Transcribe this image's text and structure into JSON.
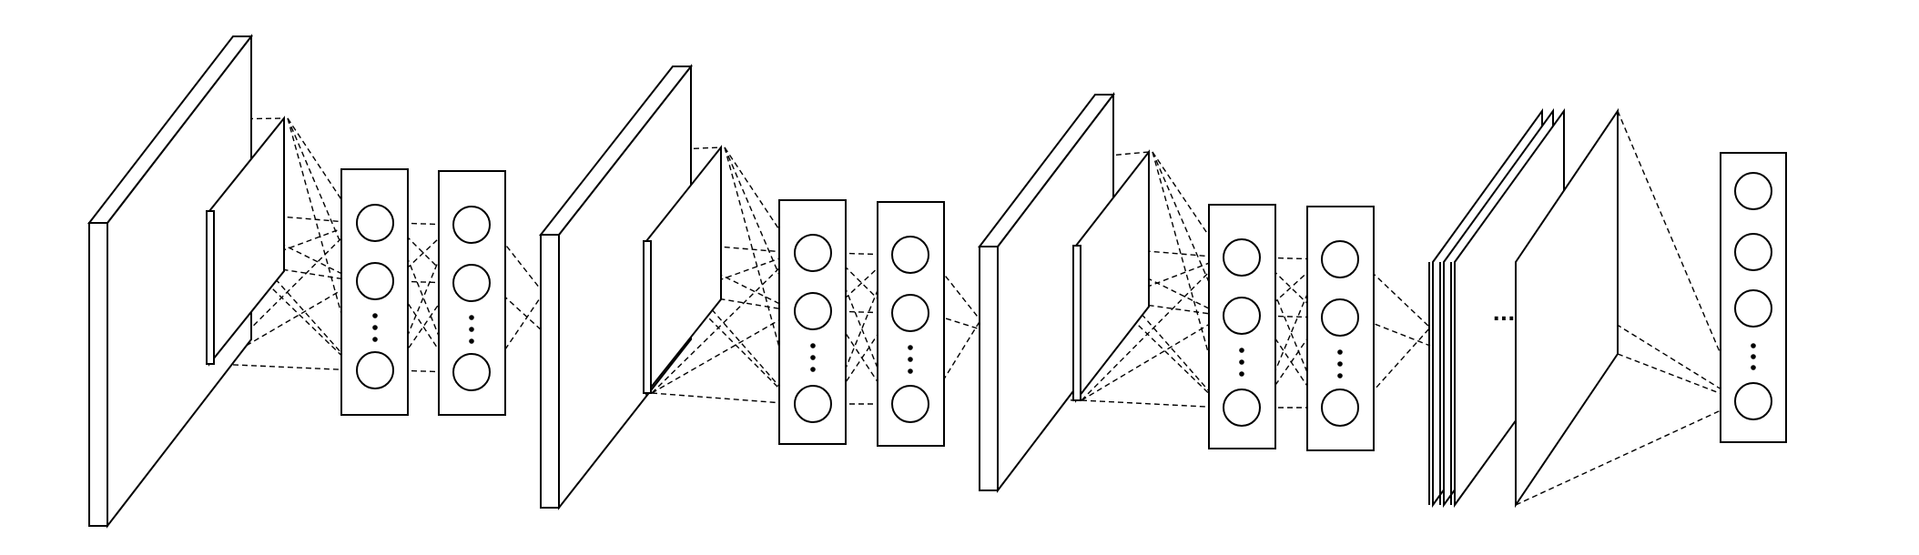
{
  "diagram": {
    "type": "convolutional-neural-network-schematic",
    "conv_blocks": [
      {
        "name": "block-1",
        "input_planes": 1,
        "neuron_columns": 2,
        "neurons_per_column": 3,
        "has_vertical_ellipsis": true
      },
      {
        "name": "block-2",
        "input_planes": 1,
        "neuron_columns": 2,
        "neurons_per_column": 3,
        "has_vertical_ellipsis": true
      },
      {
        "name": "block-3",
        "input_planes": 1,
        "neuron_columns": 2,
        "neurons_per_column": 3,
        "has_vertical_ellipsis": true
      }
    ],
    "feature_map_stack": {
      "planes": 3,
      "ellipsis_text": "..."
    },
    "output_layer": {
      "neurons": 4,
      "has_vertical_ellipsis": true
    }
  },
  "colors": {
    "stroke": "#000000",
    "background": "#ffffff"
  }
}
